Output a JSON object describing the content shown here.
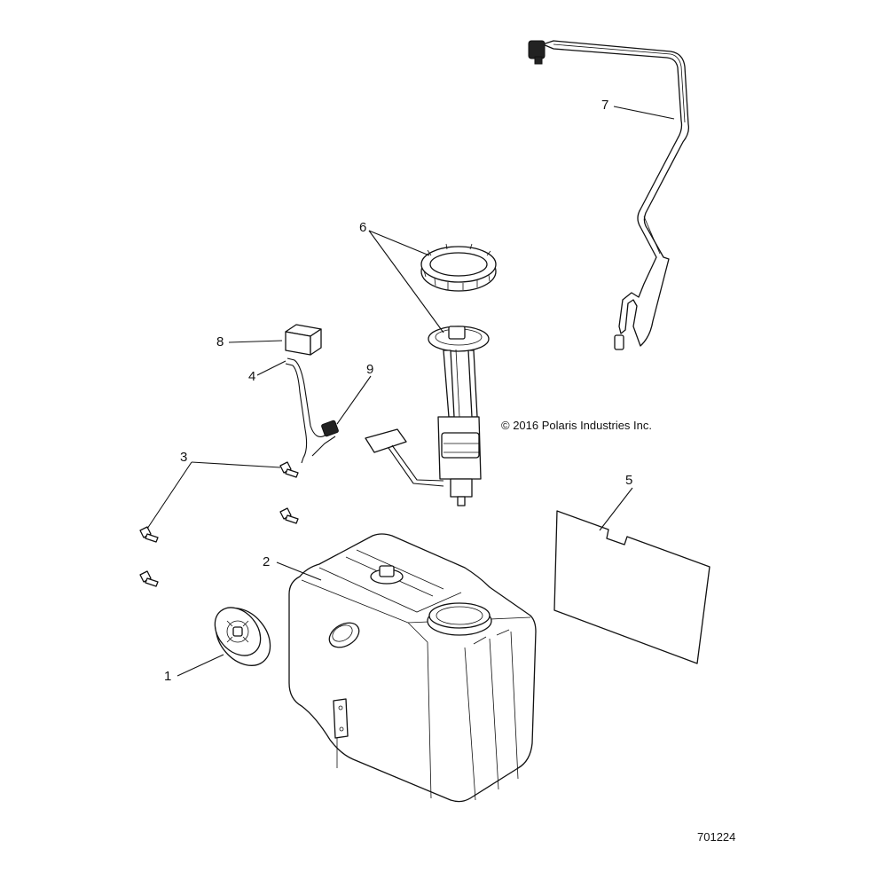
{
  "copyright": "© 2016 Polaris Industries Inc.",
  "figure_number": "701224",
  "callouts": {
    "c1": "1",
    "c2": "2",
    "c3": "3",
    "c4": "4",
    "c5": "5",
    "c6": "6",
    "c7": "7",
    "c8": "8",
    "c9": "9"
  }
}
